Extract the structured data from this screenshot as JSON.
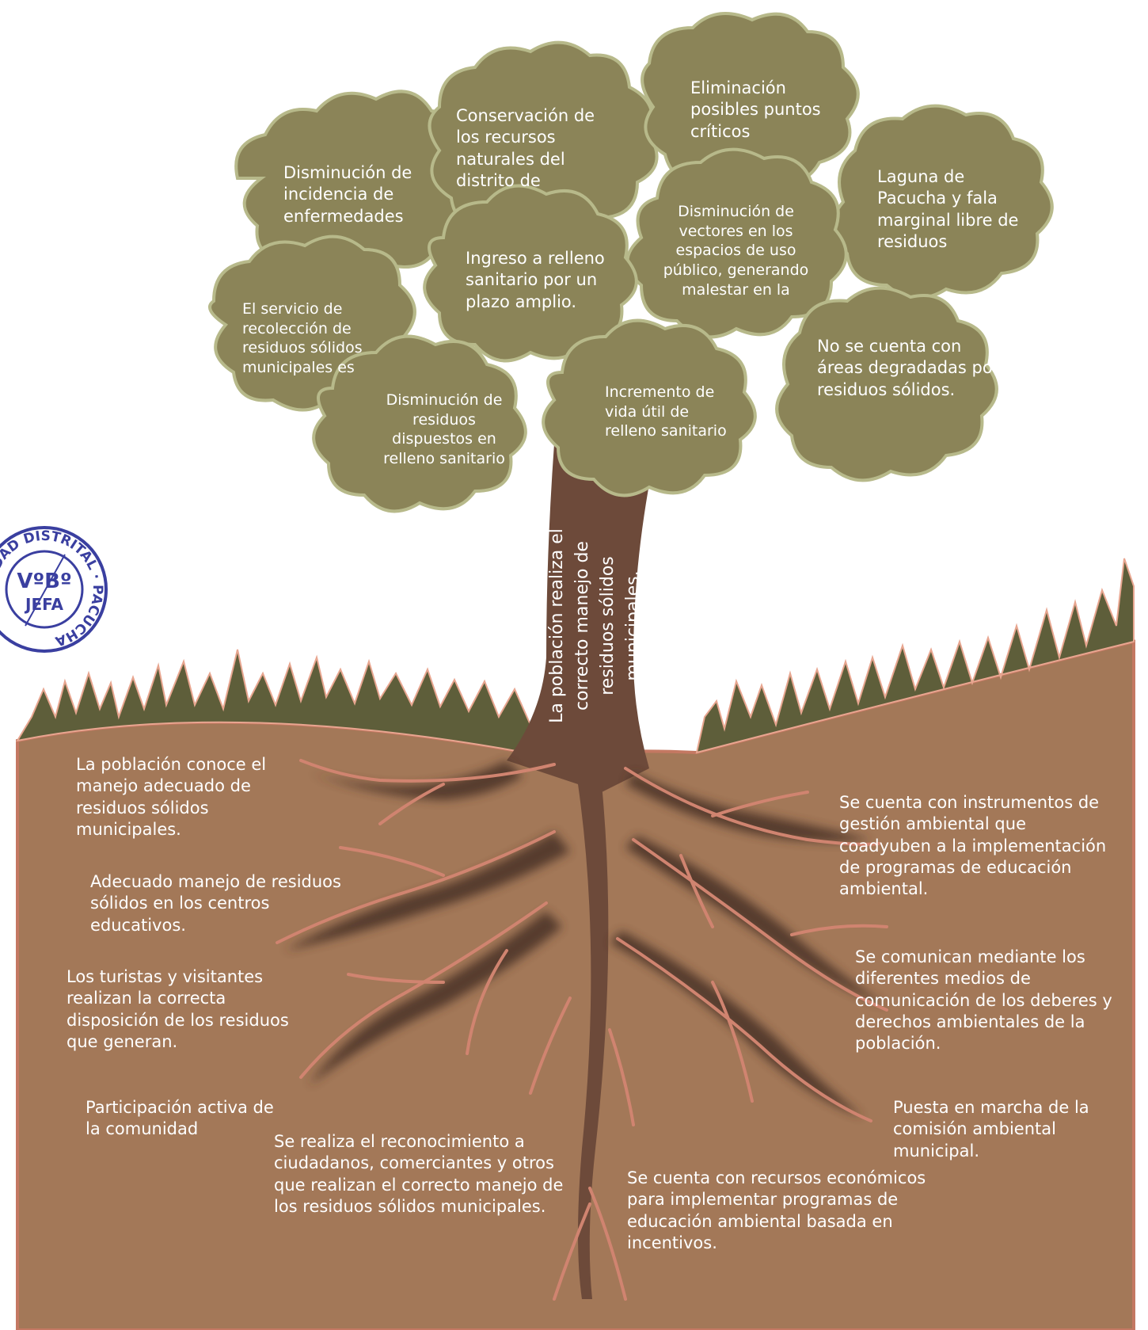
{
  "colors": {
    "canopy": "#8b8458",
    "canopy_edge": "#b7b98a",
    "trunk": "#6d4a3a",
    "root_shadow": "#4a3328",
    "root_line": "#d08470",
    "soil": "#a37858",
    "soil_edge": "#c47862",
    "grass": "#5e5e3a",
    "stamp": "#3a3fa0",
    "text": "#ffffff"
  },
  "trunk_text": "La población realiza el correcto manejo de residuos sólidos municipales.",
  "crown": [
    {
      "id": "conservacion",
      "text": "Conservación de los recursos naturales del distrito de"
    },
    {
      "id": "eliminacion",
      "text": "Eliminación posibles puntos críticos"
    },
    {
      "id": "disminucion-enfermedades",
      "text": "Disminución de incidencia de enfermedades"
    },
    {
      "id": "laguna",
      "text": "Laguna de Pacucha y fala marginal libre de residuos"
    },
    {
      "id": "disminucion-vectores",
      "text": "Disminución de vectores en los espacios de uso público, generando malestar en la"
    },
    {
      "id": "ingreso-relleno",
      "text": "Ingreso a relleno sanitario por un plazo amplio."
    },
    {
      "id": "servicio-recoleccion",
      "text": "El servicio de recolección de residuos sólidos municipales es"
    },
    {
      "id": "areas-degradadas",
      "text": "No se cuenta con áreas degradadas por residuos sólidos."
    },
    {
      "id": "disminucion-residuos",
      "text": "Disminución de residuos dispuestos en relleno sanitario"
    },
    {
      "id": "incremento-vida",
      "text": "Incremento de vida útil de relleno sanitario"
    }
  ],
  "roots": [
    {
      "id": "conoce-manejo",
      "text": "La población conoce el manejo adecuado de residuos sólidos municipales."
    },
    {
      "id": "centros-educativos",
      "text": "Adecuado manejo de residuos sólidos en los centros educativos."
    },
    {
      "id": "turistas",
      "text": "Los turistas y visitantes realizan la correcta disposición de los residuos que generan."
    },
    {
      "id": "participacion",
      "text": "Participación activa de la comunidad"
    },
    {
      "id": "reconocimiento",
      "text": "Se realiza el reconocimiento a ciudadanos, comerciantes y otros que realizan el correcto manejo de los residuos sólidos municipales."
    },
    {
      "id": "instrumentos",
      "text": "Se cuenta con instrumentos de gestión ambiental que coadyuben a la implementación de programas de educación ambiental."
    },
    {
      "id": "comunican",
      "text": "Se comunican mediante los diferentes medios de comunicación de los deberes y derechos ambientales de la población."
    },
    {
      "id": "comision",
      "text": "Puesta en marcha de la comisión ambiental municipal."
    },
    {
      "id": "recursos-economicos",
      "text": "Se cuenta con recursos económicos para implementar programas de educación ambiental basada en incentivos."
    }
  ],
  "stamp": {
    "ring_text": "LIDAD DISTRITAL · PACUCHA",
    "center_top": "VºBº",
    "center_bottom": "JEFA"
  }
}
